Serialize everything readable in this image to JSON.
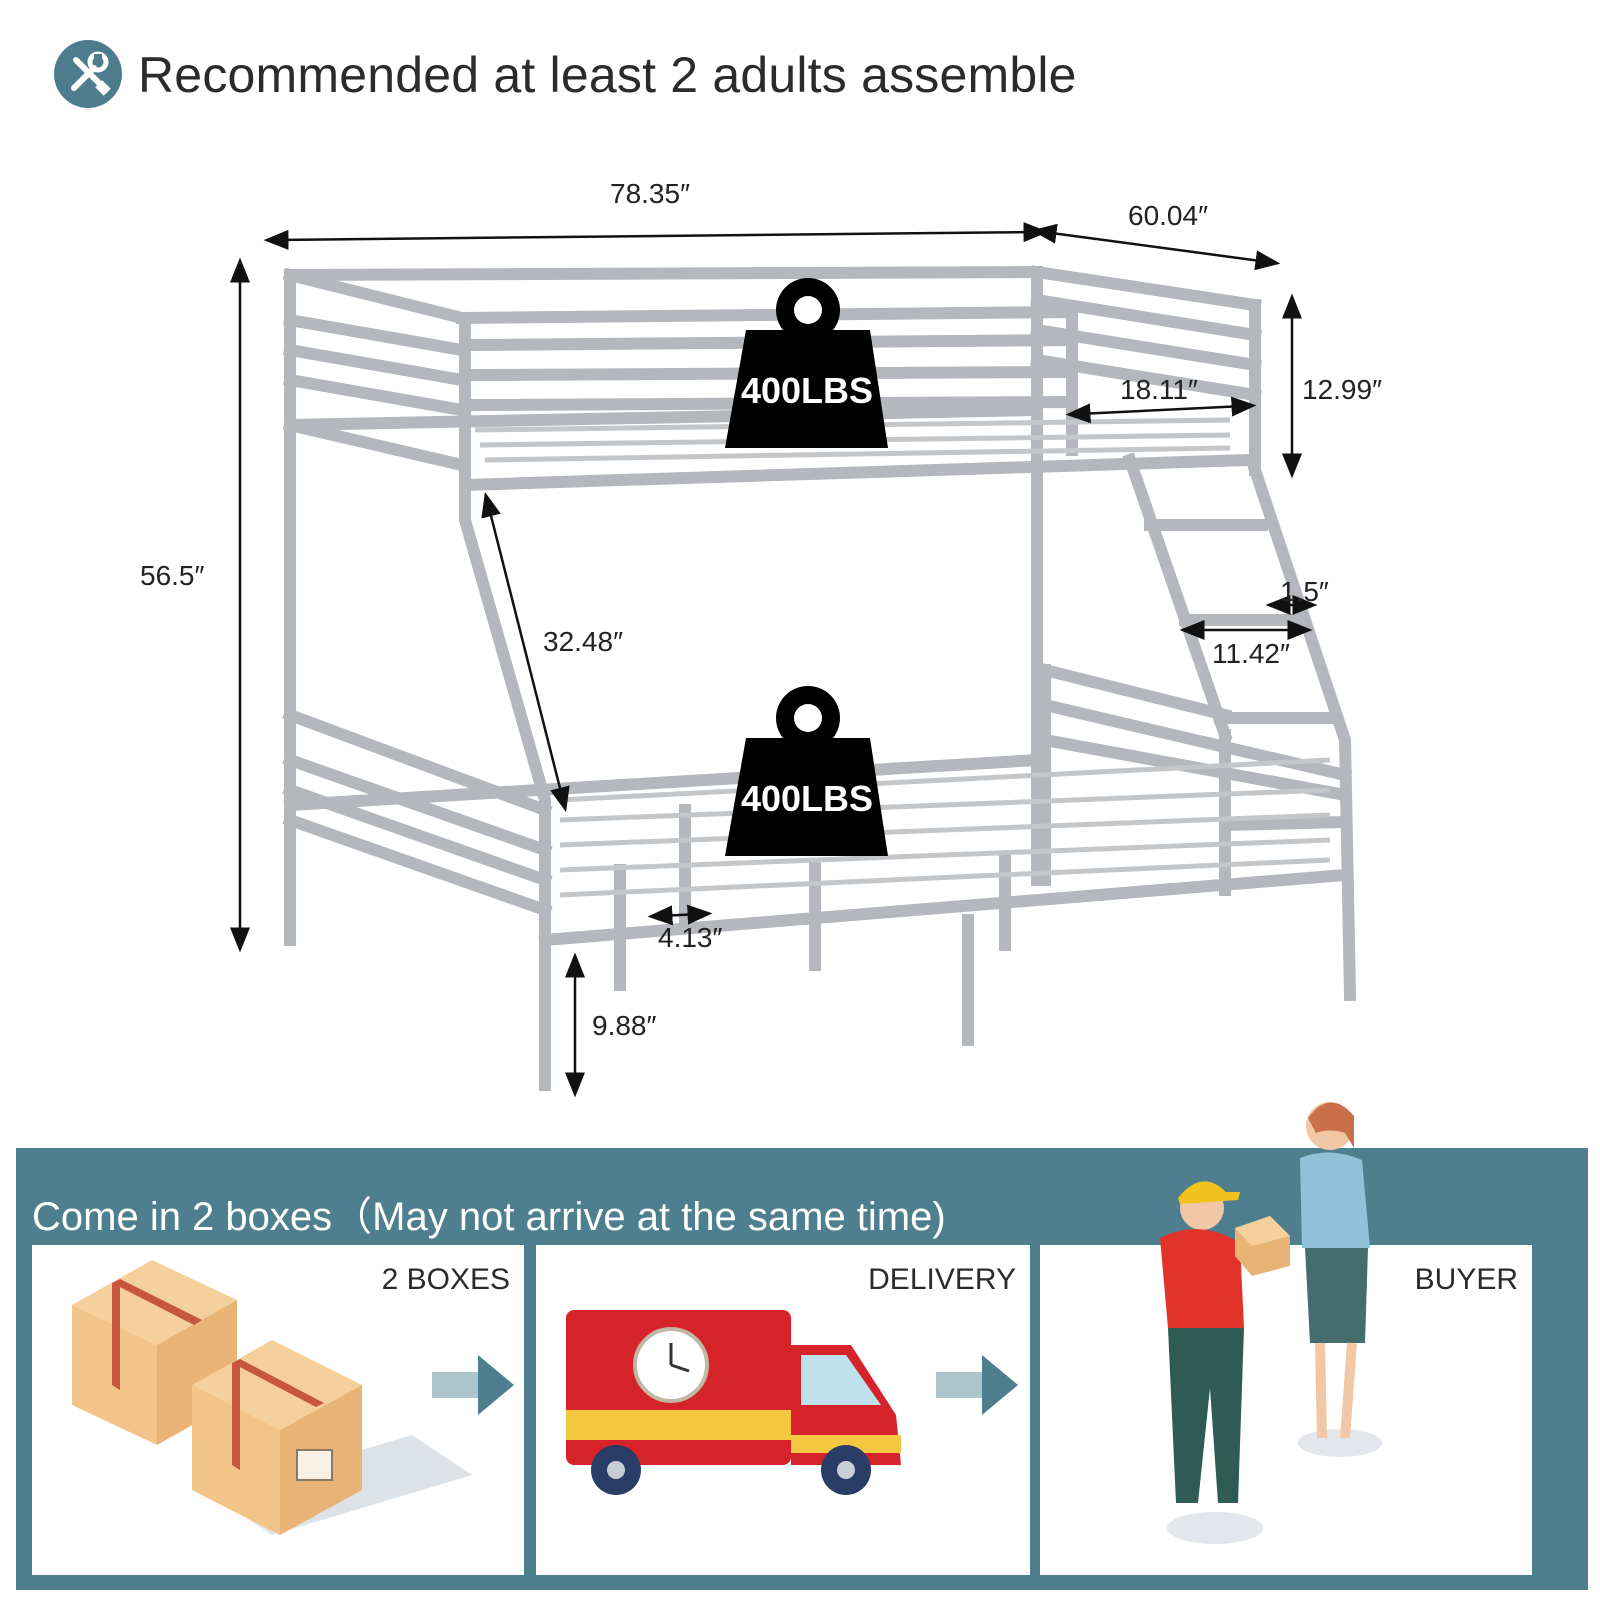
{
  "header": {
    "icon": "tools-icon",
    "text": "Recommended at least 2 adults assemble",
    "icon_color": "#4d7d8c"
  },
  "product": {
    "frame_color": "#b9bcc0",
    "dimensions": {
      "length": "78.35″",
      "width": "60.04″",
      "height": "56.5″",
      "guardrail_height": "12.99″",
      "ladder_opening": "18.11″",
      "ladder_length": "32.48″",
      "rung_width": "1.5″",
      "rung_spacing": "11.42″",
      "slat_gap": "4.13″",
      "under_bed_clearance": "9.88″"
    },
    "weight_capacity": {
      "top": "400LBS",
      "bottom": "400LBS"
    }
  },
  "shipping": {
    "title": "Come in 2 boxes（May not arrive at the same time)",
    "panel_color": "#4e7f8e",
    "steps": [
      {
        "label": "2 BOXES",
        "icon": "boxes-icon"
      },
      {
        "label": "DELIVERY",
        "icon": "delivery-truck-icon"
      },
      {
        "label": "BUYER",
        "icon": "courier-handing-package-icon"
      }
    ]
  }
}
